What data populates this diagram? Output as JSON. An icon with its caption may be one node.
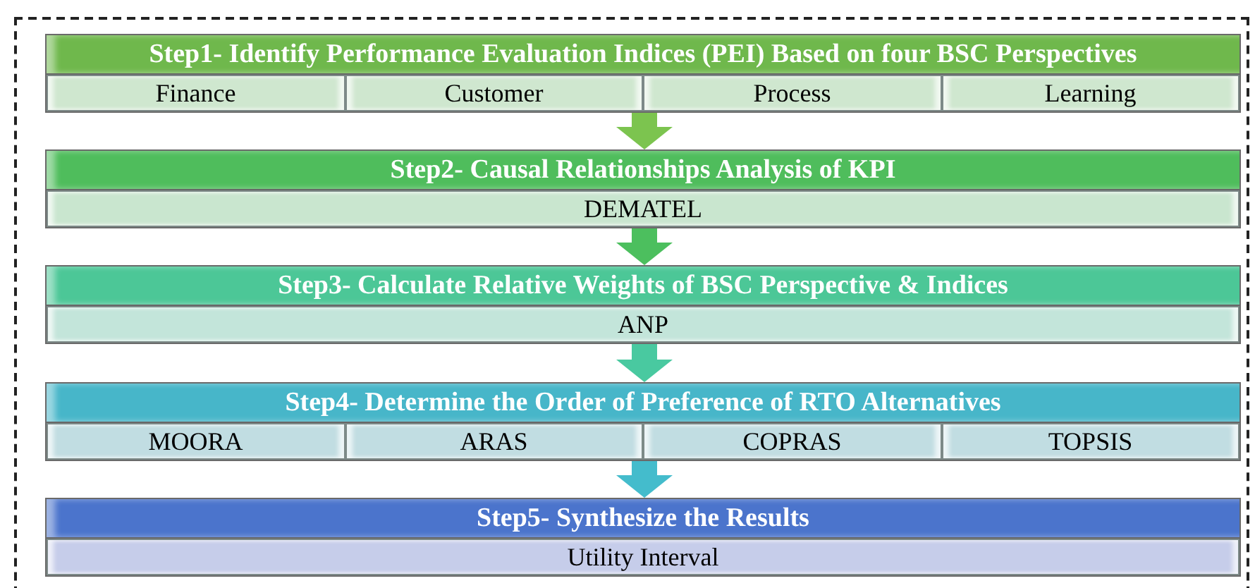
{
  "diagram": {
    "nodes": [
      {
        "text": [
          "Step1- Identify Performance Evaluation Indices (PEI) Based on four BSC Perspectives"
        ]
      },
      {
        "text": [
          "Finance"
        ],
        "in": 0
      },
      {
        "text": [
          "Customer"
        ],
        "in": 0
      },
      {
        "text": [
          "Process"
        ],
        "in": 0
      },
      {
        "text": [
          "Learning"
        ],
        "in": 0
      },
      {
        "text": [
          "Step2- Causal Relationships Analysis of KPI"
        ]
      },
      {
        "text": [
          "DEMATEL"
        ],
        "in": 5
      },
      {
        "text": [
          "Step3- Calculate Relative Weights of BSC Perspective & Indices"
        ]
      },
      {
        "text": [
          "ANP"
        ],
        "in": 7
      },
      {
        "text": [
          "Step4- Determine the Order of Preference of RTO Alternatives"
        ]
      },
      {
        "text": [
          "MOORA"
        ],
        "in": 9
      },
      {
        "text": [
          "ARAS"
        ],
        "in": 9
      },
      {
        "text": [
          "COPRAS"
        ],
        "in": 9
      },
      {
        "text": [
          "TOPSIS"
        ],
        "in": 9
      },
      {
        "text": [
          "Step5- Synthesize the Results"
        ]
      },
      {
        "text": [
          "Utility Interval"
        ],
        "in": 14
      }
    ],
    "edges": [
      {
        "from": 0,
        "to": 5,
        "arrow": "to",
        "color": "#7cc44f"
      },
      {
        "from": 5,
        "to": 7,
        "arrow": "to",
        "color": "#4cbf5e"
      },
      {
        "from": 7,
        "to": 9,
        "arrow": "to",
        "color": "#49c9a0"
      },
      {
        "from": 9,
        "to": 14,
        "arrow": "to",
        "color": "#44bccc"
      }
    ]
  }
}
